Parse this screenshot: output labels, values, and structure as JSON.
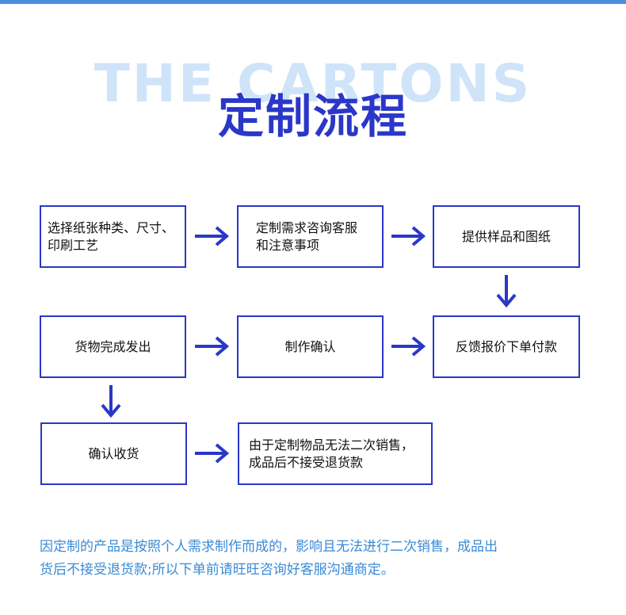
{
  "header": {
    "background_text": "THE CARTONS",
    "title": "定制流程"
  },
  "steps": [
    {
      "line1": "选择纸张种类、尺寸、",
      "line2": "印刷工艺"
    },
    {
      "line1": "定制需求咨询客服",
      "line2": "和注意事项"
    },
    {
      "line1": "提供样品和图纸"
    },
    {
      "line1": "货物完成发出"
    },
    {
      "line1": "制作确认"
    },
    {
      "line1": "反馈报价下单付款"
    },
    {
      "line1": "确认收货"
    },
    {
      "line1": "由于定制物品无法二次销售，",
      "line2": "成品后不接受退货款"
    }
  ],
  "note": {
    "line1": "因定制的产品是按照个人需求制作而成的，影响且无法进行二次销售，成品出",
    "line2": "货后不接受退货款;所以下单前请旺旺咨询好客服沟通商定。"
  },
  "colors": {
    "accent": "#2a37c8",
    "watermark": "#cfe4f9",
    "note": "#3a8ad6",
    "top_bar": "#4a8fd8"
  },
  "icons": [
    "arrow-right-icon",
    "arrow-down-icon"
  ]
}
